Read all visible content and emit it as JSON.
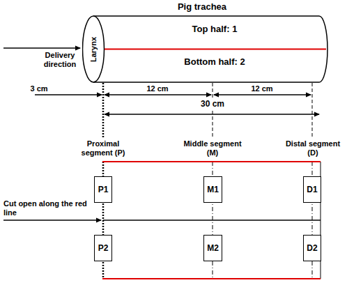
{
  "diagram": {
    "title": "Pig trachea",
    "nodes": [
      {
        "text": [
          "Top half: 1",
          "Bottom half: 2"
        ]
      },
      {
        "text": [
          "Larynx"
        ],
        "in": 0
      },
      {
        "text": [
          "P1"
        ]
      },
      {
        "text": [
          "M1"
        ]
      },
      {
        "text": [
          "D1"
        ]
      },
      {
        "text": [
          "P2"
        ]
      },
      {
        "text": [
          "M2"
        ]
      },
      {
        "text": [
          "D2"
        ]
      }
    ],
    "labels": [
      "Delivery direction",
      "3 cm",
      "12 cm",
      "12 cm",
      "30 cm",
      "Proximal segment (P)",
      "Middle segment (M)",
      "Distal segment (D)",
      "Cut open along the red line"
    ]
  }
}
